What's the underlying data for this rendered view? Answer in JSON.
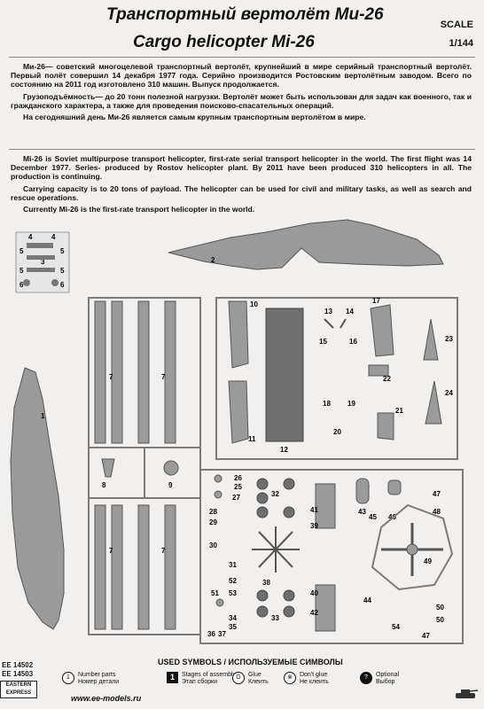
{
  "header": {
    "title_ru": "Транспортный вертолёт Ми-26",
    "title_en": "Cargo helicopter Mi-26",
    "scale_label": "SCALE",
    "scale_value": "1/144"
  },
  "description_ru": [
    "Ми-26— советский многоцелевой транспортный вертолёт, крупнейший в мире серийный транспортный вертолёт. Первый полёт совершил 14 декабря 1977 года. Серийно производится Ростовским вертолётным заводом. Всего по состоянию на 2011 год изготовлено 310 машин. Выпуск продолжается.",
    "Грузоподъёмность— до 20 тонн полезной нагрузки. Вертолёт может быть использован для задач как военного, так и гражданского характера, а также для проведения поисково-спасательных операций.",
    "На сегодняшний день Ми-26 является самым крупным транспортным вертолётом в мире."
  ],
  "description_en": [
    "Mi-26 is Soviet multipurpose transport helicopter, first-rate serial transport helicopter in the world. The first flight was 14 December 1977. Series- produced by Rostov helicopter plant. By 2011 have been produced 310 helicopters in all. The production is continuing.",
    "Carrying capacity is to 20 tons of payload. The helicopter can be used for civil and military tasks, as well as search and rescue operations.",
    "Currently Mi-26 is the first-rate transport helicopter in the world."
  ],
  "parts": {
    "decal_labels": [
      "4",
      "4",
      "5",
      "5",
      "3",
      "5",
      "5",
      "6",
      "6"
    ],
    "p1": "1",
    "p2": "2",
    "p7a": "7",
    "p7b": "7",
    "p7c": "7",
    "p7d": "7",
    "p8": "8",
    "p9": "9",
    "p10": "10",
    "p11": "11",
    "p12": "12",
    "p13": "13",
    "p14": "14",
    "p15": "15",
    "p16": "16",
    "p17": "17",
    "p18": "18",
    "p19": "19",
    "p20": "20",
    "p21": "21",
    "p22": "22",
    "p23": "23",
    "p24": "24",
    "p25": "25",
    "p26": "26",
    "p27": "27",
    "p28": "28",
    "p29": "29",
    "p30": "30",
    "p31": "31",
    "p32": "32",
    "p33": "33",
    "p34": "34",
    "p35": "35",
    "p36": "36",
    "p37": "37",
    "p38": "38",
    "p39": "39",
    "p40": "40",
    "p41": "41",
    "p42": "42",
    "p43": "43",
    "p44": "44",
    "p45": "45",
    "p46": "46",
    "p47": "47",
    "p47b": "47",
    "p48": "48",
    "p49": "49",
    "p50": "50",
    "p50b": "50",
    "p51": "51",
    "p52": "52",
    "p53": "53",
    "p54": "54"
  },
  "legend": {
    "title": "USED SYMBOLS / ИСПОЛЬЗУЕМЫЕ СИМВОЛЫ",
    "number_parts_en": "Number parts",
    "number_parts_ru": "Номер детали",
    "number_parts_badge": "1",
    "stages_en": "Stages of assembly",
    "stages_ru": "Этап сборки",
    "stages_badge": "1",
    "glue_en": "Glue",
    "glue_ru": "Клеить",
    "glue_badge": "G",
    "dont_glue_en": "Don't glue",
    "dont_glue_ru": "Не клеить",
    "dont_glue_badge": "⊗",
    "optional_en": "Optional",
    "optional_ru": "Выбор",
    "optional_badge": "?"
  },
  "footer": {
    "code1": "EE 14502",
    "code2": "EE 14503",
    "brand_top": "EASTERN",
    "brand_bottom": "EXPRESS",
    "url": "www.ee-models.ru"
  },
  "colors": {
    "plastic": "#9a9a9a",
    "plastic_dark": "#6e6e6e",
    "sprue": "#b5b5b5"
  }
}
